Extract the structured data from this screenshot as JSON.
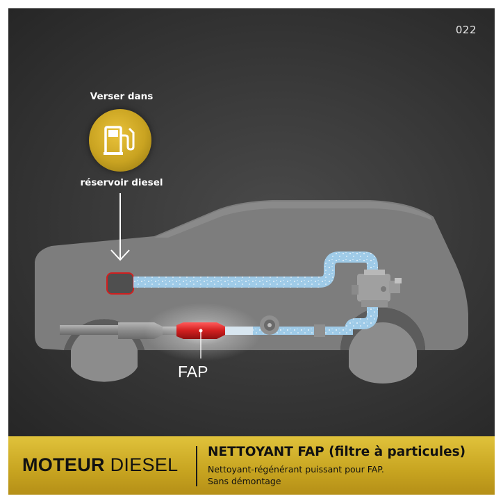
{
  "image_code": "022",
  "instruction": {
    "line1": "Verser dans",
    "line2": "réservoir diesel"
  },
  "icons": {
    "fuel_pump": "fuel-pump-icon",
    "arrow": "down-arrow-icon"
  },
  "fap_label": "FAP",
  "banner": {
    "left_bold": "MOTEUR",
    "left_regular": "DIESEL",
    "title": "NETTOYANT FAP (filtre à particules)",
    "subtitle_line1": "Nettoyant-régénérant puissant pour FAP.",
    "subtitle_line2": "Sans démontage"
  },
  "colors": {
    "banner_gold": "#d6b52c",
    "pump_circle": "#c9a321",
    "fuel_line": "#9fcbe8",
    "filter_red": "#d11f1f",
    "car_body": "#7d7d7d",
    "background": "#333333"
  }
}
